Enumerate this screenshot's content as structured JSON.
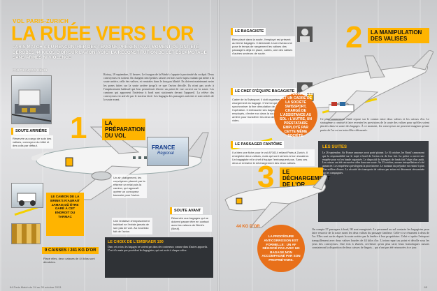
{
  "header": {
    "kicker": "VOL PARIS-ZURICH",
    "headline": "LA RUÉE VERS L'OR",
    "lead": "PARIS MATCH A PU RENCONTRER DES TÉMOINS PRÉSENTS AU MOMENT OÙ ONT ÉTÉ DÉROBÉS 44 KILOS D'OR SUR LAVION. VOICI LA RECONSTITUTION DE CET ESCAMOTAGE SANS ARMES NI VIOLENCE",
    "byline": "PAR FRANÇOIS NÉHIN"
  },
  "intro_text": "Roissy, 19 septembre, 11 heures. Le fourgon de la Brink's s'appuie à proximité du cockpit. Deux convoyeurs en sortent. Ils chargent neuf petites caisses en bois sur le tapis roulant qui mène à la soute arrière, celle des valises, et ventrales dans le fourgon blindé. Ils doivent maintenant noter les poses faites sur la soute arrière jusqu'à ce que l'avion décolle. Ils n'ont pas accès à l'emplacement habituel qui leur permettrait d'avoir un point de vue correct sur la soute. Les camions qui apportent l'intérieur à bord sont stationnés devant l'appareil. La relève des convoyeurs est arrivée par le tracteur doré. Les bagages des passagers arrivent et sont retirés de la soute avant.",
  "steps": {
    "step1": {
      "number": "1",
      "title": "LA PRÉPARATION DU VOL"
    },
    "step2": {
      "number": "2",
      "title": "LA MANIPULATION DES VALISES"
    },
    "step3": {
      "number": "3",
      "title": "LE DÉCHARGEMENT DE L'OR"
    }
  },
  "labels": {
    "soute_arriere": "SOUTE ARRIÈRE",
    "soute_arriere_text": "Réservée au cargo de soin des valises, convoyeur du billet et des colis par défaut.",
    "soute_avant": "SOUTE AVANT",
    "soute_avant_text": "Réservée aux bagages qui ne doivent passer être en contact avec les valeurs de Brink's (Neuf).",
    "bagagiste": "LE BAGAGISTE",
    "bagagiste_text": "Bien placé dans la soute, l'employé est présent au terme bagages. Il demande à son niveau une pose le temps de rangement les valises des passagers déjà en place, cartes, une des valises d'autres secteurs de soute.",
    "chef": "LE CHEF D'ÉQUIPE BAGAGISTE",
    "chef_text": "Cadre de la Swissport, il doit organiser le chargement du bagage. C'est lui qui va synchroniser la fine dénudation de l'opération. Il embauche ses bagagistes employés, d'entre eux dans la soute arrière pour transférer les deux des valises vides.",
    "passager": "LE PASSAGER FANTÔME",
    "passager_text": "Il a bien une fiche pour le vol AF1614 reliant Paris à Zurich. Il enregistre deux valises, mais qui sont servies à bon escadron. Un bagagiste et le chef d'équipe l'embarquent pas. Sans ces deux-ci entraîne le déchargement des deux valises."
  },
  "callouts": {
    "canion": "LE CAMION DE LA BRINK'S N'AURAIT JAMAIS DÛ ÊTRE GARÉ À CET ENDROIT DU TARMAC",
    "complices": "UN DES COMPLICES EST UN CADRE DE LA SOCIÉTÉ SWISSPORT, CHARGÉ DE L'ASSISTANCE AU SOL : L'AUTRE, UN PRESTATAIRE EMPLOYÉ PAR CETTE MÊME SOCIÉTÉ.",
    "procedure": "LA PROCÉDURE ANTICORROSION EST FORMELLE : UN AF NÉGOCIÉ PAS AVEC UN BAGAGE NON ACCOMPAGNÉ PAR SON PROPRIÉTAIRE."
  },
  "stats": {
    "caisses": "9 CAISSES / 241 KG D'OR",
    "caisses_text": "Placé elles, deux caisses de 44 kilos sont dérobées.",
    "kg": "44 KG D'OR"
  },
  "captions": {
    "fourgon": "Un air chargement, les convoyeurs placent par la réserve un relai puis la camion, qui apparaît opérer un convoyeur bancaire pour l'avion.",
    "tracteur": "Une tentative d'emplacement habituel ne l'existe jamais de son pas de vue. Au nouveau fait de l'avion."
  },
  "plane_livery": {
    "brand": "FRANCE",
    "sub": "Régional"
  },
  "choix": {
    "title": "LE CHOIX DE L'EMBRAER 190",
    "text": "Dans cet avion, les bagages ne sortent pas dans des conteneurs comme dans d'autres appareils. C'est à la main que procèdent les bagagistes, qui ont accès à chaque valise."
  },
  "right_text": "Ce plan sommement flatté repose sur le contact entre deux valises et les caisses d'or. Le stratagème a consisté à faire recenter les provisions de la soute des valises pour qu'elles soient placées dans la soute des bagages. À ce moment, les convoyeurs ne peuvent imaginer qu'une partie de l'or est en train d'être détournée.",
  "sidebar": {
    "title": "LES SUITES",
    "text": "Le 26 septembre, Air France annonce avoir porté plainte. Le 16 octobre, les Brink's annoncent que la responsabilité sur le trajet à bord de l'avion est de leur fait. La police a ouvert une enquête pour vol en bande organisée. Le dispositif de transport de fonds fait l'objet d'un audit. Les caisses ont été retrouvées vides dans une soute. Au 23 octobre, aucune interpellation n'a été annoncée. Les enquêteurs privilégient la piste interne. Le montant du préjudice est estimé à plus d'un million d'euros. La sécurité des transports de valeurs par avion est désormais réexaminée par les compagnies."
  },
  "bottom_text": "On compte 57 passagers à bord, 98 sont enregistrés. Le personnel au sol contacte les bagagistes pour faire ressortir de la soute avant les deux valises du passager fantôme. Celle-ci se résument à deux de l'or. Elles sont sortis depuis la soute arrière par la fenêtre à leur propriétaire. Celui-ci quitte l'aéroport tranquillement avec deux valises lourdes de 44 kilos d'or. L'avion repart au point et décolle sous les yeux des convoyeurs. Une fois à Zurich, ces-heure qu'on plus tard, leurs homologues suisses constateront la disparition de deux caisses de lingots... qui n'ont pas été retrouvées à ce jour.",
  "folio": {
    "left": "64 Paris Match du 24 au 30 octobre 2013",
    "right": "65"
  },
  "colors": {
    "accent": "#ffb400",
    "orange": "#e8701a"
  }
}
